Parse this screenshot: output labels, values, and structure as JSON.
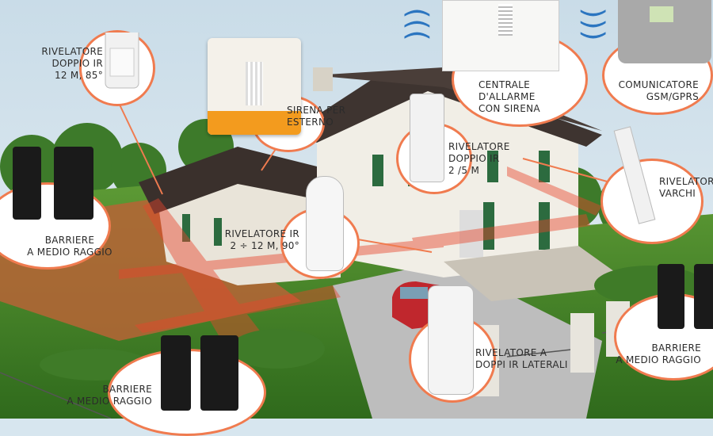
{
  "labels": {
    "rivelatore_doppio_ir_85": {
      "line1": "RIVELATORE",
      "line2": "DOPPIO IR",
      "line3": "12 M, 85°"
    },
    "sirena_esterno": {
      "line1": "SIRENA PER",
      "line2": "ESTERNO"
    },
    "centrale": {
      "line1": "CENTRALE",
      "line2": "D'ALLARME",
      "line3": "CON SIRENA"
    },
    "comunicatore": {
      "line1": "COMUNICATORE",
      "line2": "GSM/GPRS"
    },
    "rivelatore_doppio_ir_25": {
      "line1": "RIVELATORE",
      "line2": "DOPPIO IR",
      "line3": "2 /5 M"
    },
    "rivelatore_varchi": {
      "line1": "RIVELATOR",
      "line2": "VARCHI"
    },
    "barriere_left": {
      "line1": "BARRIERE",
      "line2": "A MEDIO RAGGIO"
    },
    "rivelatore_ir_90": {
      "line1": "RIVELATORE IR",
      "line2": "2 ÷ 12 M, 90°"
    },
    "barriere_right": {
      "line1": "BARRIERE",
      "line2": "A MEDIO RAGGIO"
    },
    "rivelatore_laterali": {
      "line1": "RIVELATORE A",
      "line2": "DOPPI IR LATERALI"
    },
    "barriere_bottom": {
      "line1": "BARRIERE",
      "line2": "A MEDIO RAGGIO"
    }
  },
  "colors": {
    "accent": "#f07b4f",
    "beam": "#e8452c",
    "sky": "#d7e6ef",
    "grass": "#4f8a2e"
  }
}
